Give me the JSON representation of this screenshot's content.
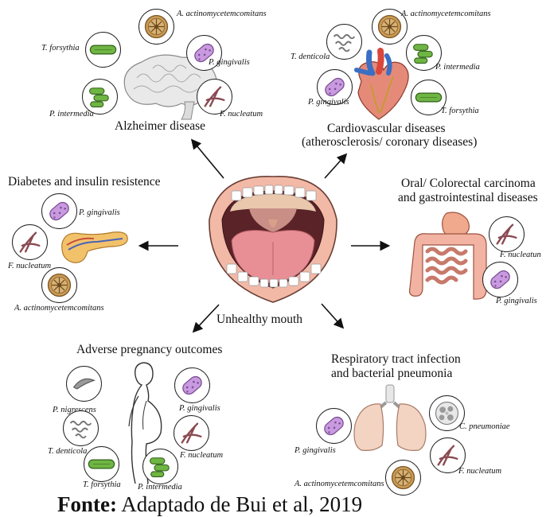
{
  "center": {
    "label": "Unhealthy mouth"
  },
  "groups": {
    "alzheimer": {
      "title": "Alzheimer disease"
    },
    "cardio": {
      "title_line1": "Cardiovascular diseases",
      "title_line2": "(atherosclerosis/ coronary diseases)"
    },
    "diabetes": {
      "title": "Diabetes and insulin resistence"
    },
    "oral": {
      "title_line1": "Oral/ Colorectal carcinoma",
      "title_line2": "and gastrointestinal diseases"
    },
    "pregnancy": {
      "title": "Adverse pregnancy outcomes"
    },
    "respiratory": {
      "title_line1": "Respiratory tract infection",
      "title_line2": "and bacterial pneumonia"
    }
  },
  "bacteria": {
    "aa": "A. actinomycetemcomitans",
    "pg": "P. gingivalis",
    "fn": "F. nucleatum",
    "fn_truncated": "F. nucleatun",
    "pi": "P. intermedia",
    "tf": "T. forsythia",
    "td": "T. denticola",
    "pn": "P. nigrescens",
    "cp": "C. pneumoniae"
  },
  "caption": {
    "bold": "Fonte:",
    "rest": " Adaptado de Bui et al, 2019"
  },
  "icons": {
    "aa": "flower-cell-icon",
    "pg": "purple-rod-icon",
    "fn": "filament-icon",
    "pi": "green-rods-icon",
    "tf": "green-bacillus-icon",
    "td": "spirochete-icon",
    "pn": "grey-rod-icon",
    "cp": "inclusion-cell-icon"
  },
  "colors": {
    "aa_fill": "#c99b54",
    "pg_fill": "#c99ae0",
    "green": "#6fb543",
    "filament": "#8a4a52",
    "lip": "#f2b9a7",
    "tongue": "#e88f95",
    "skin": "#f0ccb0"
  }
}
